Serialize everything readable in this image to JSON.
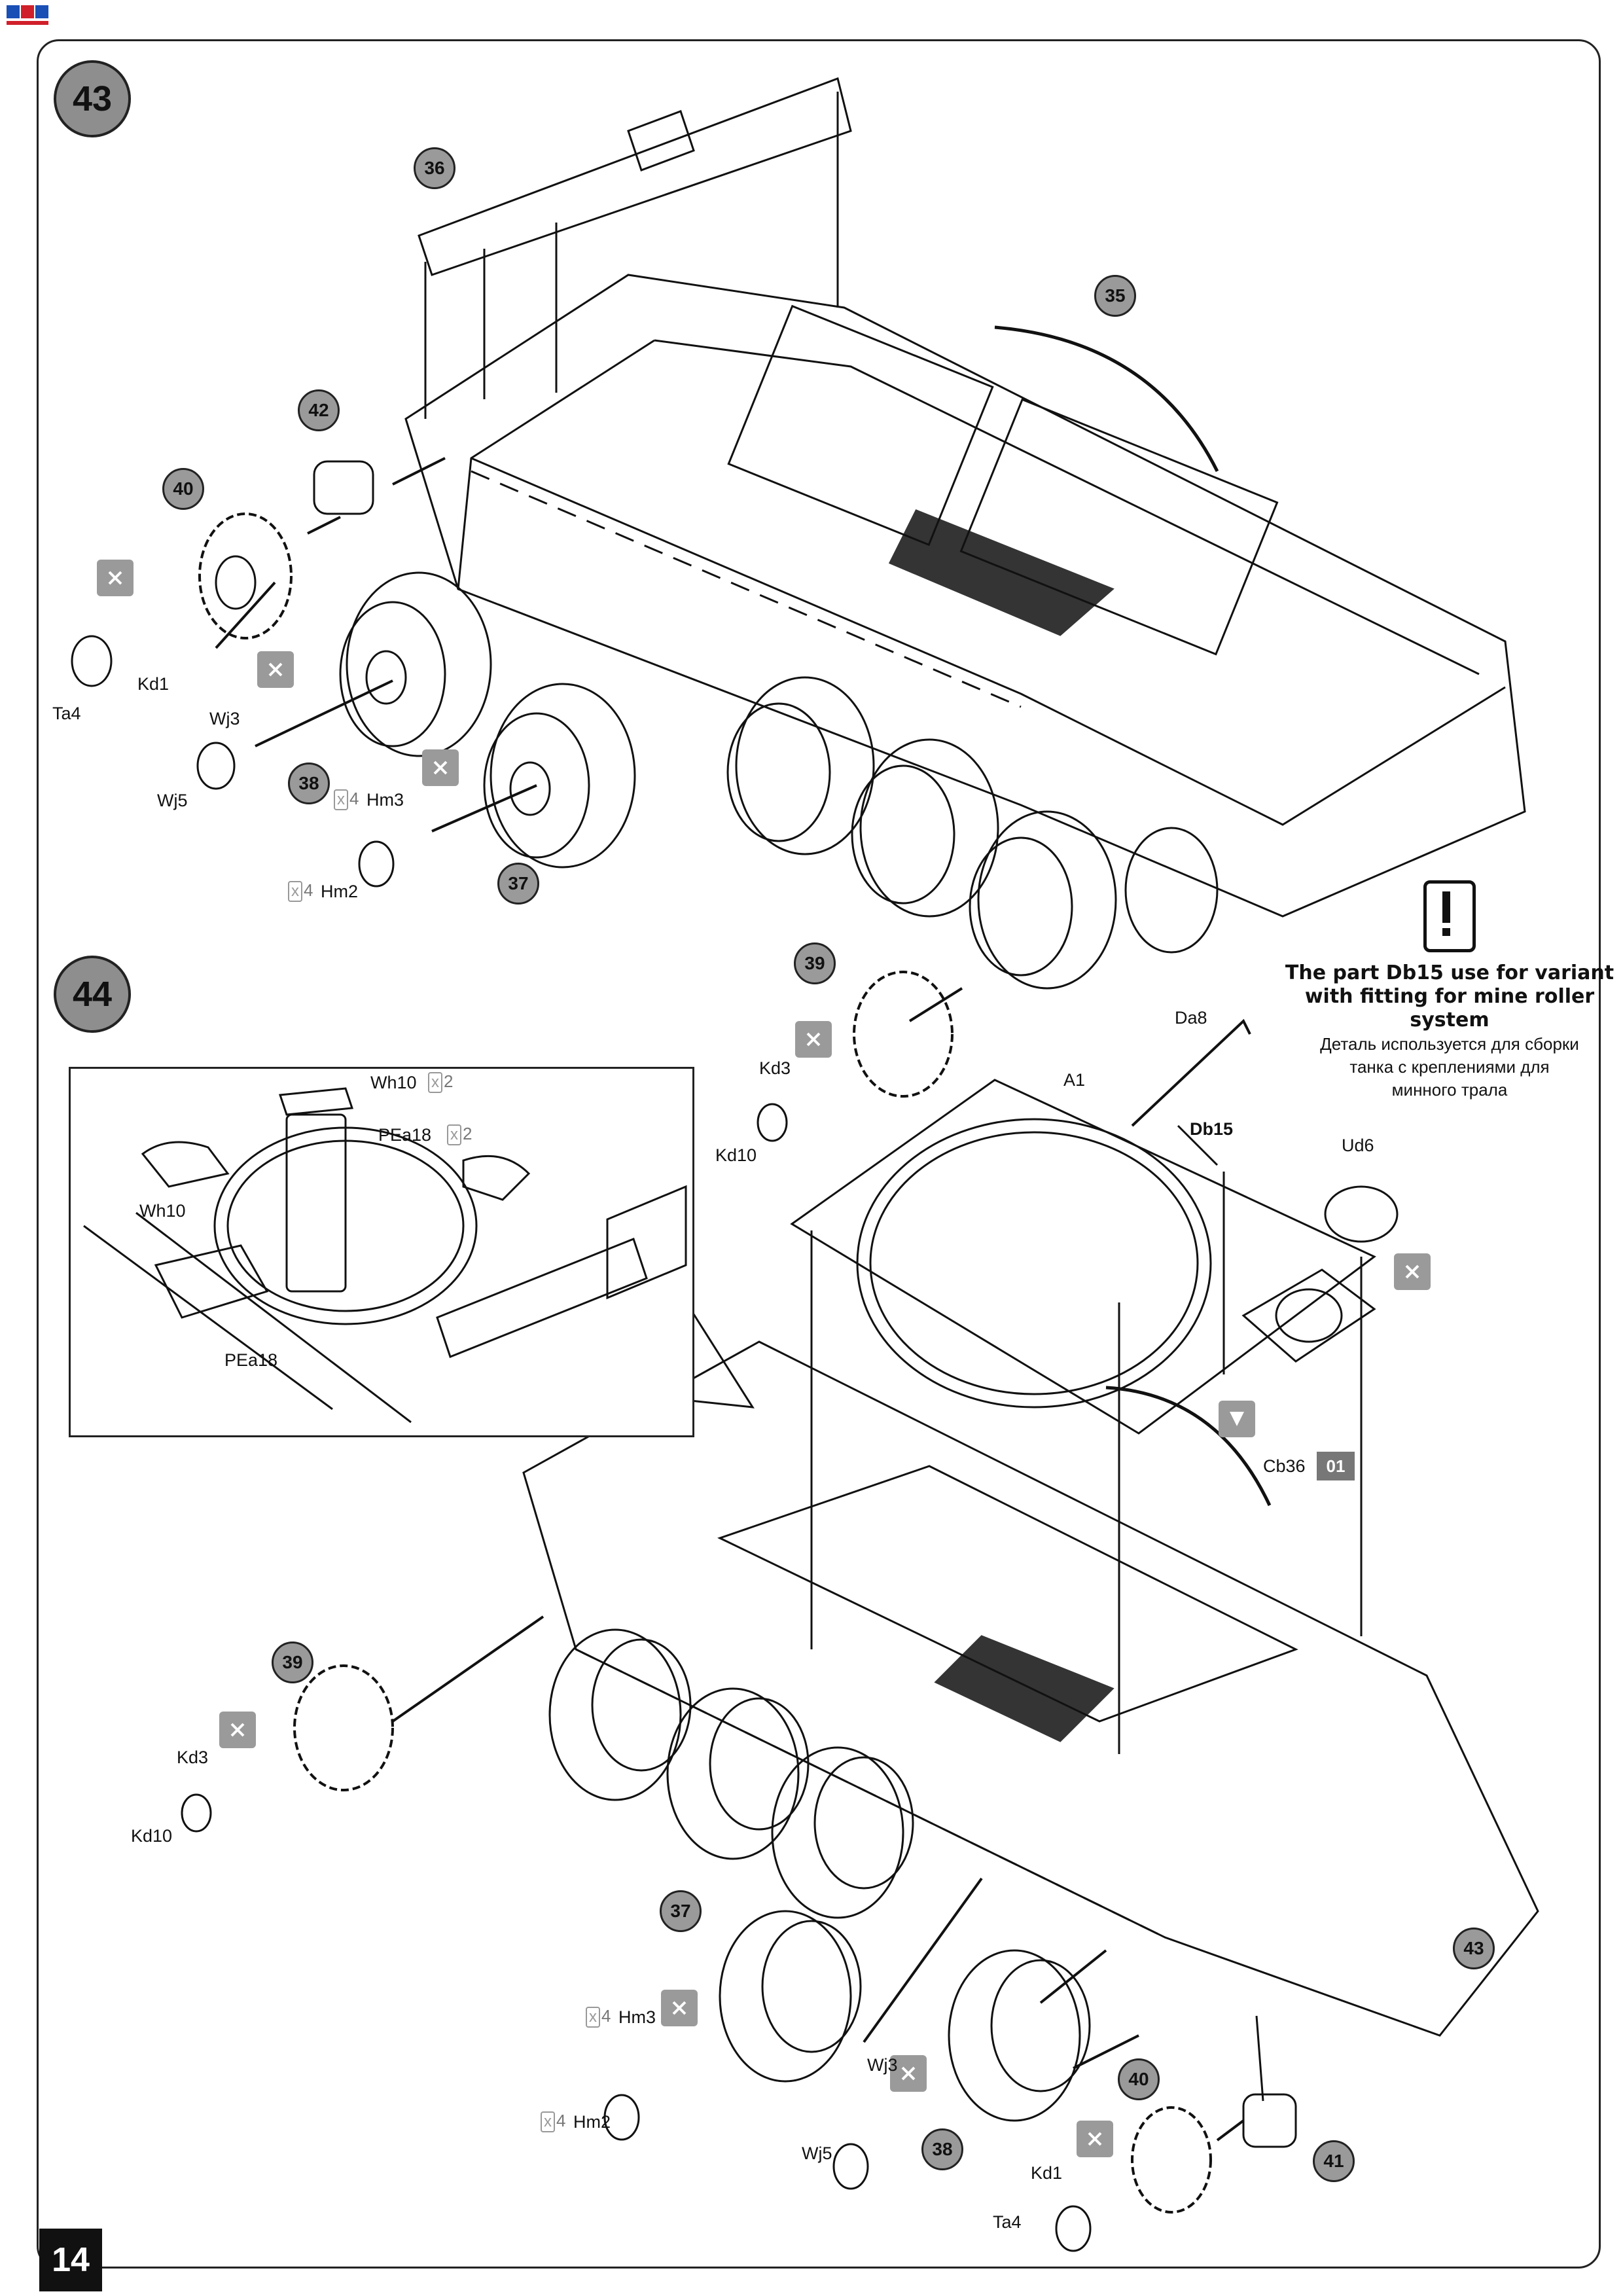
{
  "page": {
    "number": "14"
  },
  "steps": [
    {
      "number": "43"
    },
    {
      "number": "44"
    }
  ],
  "notice": {
    "icon": "exclamation-icon",
    "text_en": [
      "The part Db15 use for variant",
      "with fitting for mine roller system"
    ],
    "text_ru": [
      "Деталь используется  для сборки",
      "танка с  креплениями для",
      "минного трала"
    ]
  },
  "step43": {
    "callouts": [
      "36",
      "35",
      "42",
      "40",
      "38",
      "37"
    ],
    "labels": {
      "kd1": "Kd1",
      "ta4": "Ta4",
      "wj3": "Wj3",
      "wj5": "Wj5",
      "hm3": "Hm3",
      "hm2": "Hm2"
    },
    "quantities": {
      "hm3": "4",
      "hm2": "4"
    }
  },
  "inset": {
    "labels": {
      "wh10_top": "Wh10",
      "pea18_top": "PEa18",
      "wh10_left": "Wh10",
      "pea18_bottom": "PEa18"
    },
    "quantities": {
      "wh10": "2",
      "pea18": "2"
    }
  },
  "step44": {
    "callouts": [
      "39",
      "39",
      "37",
      "38",
      "40",
      "41",
      "43"
    ],
    "labels": {
      "kd3_top": "Kd3",
      "kd10_top": "Kd10",
      "a1": "A1",
      "da8": "Da8",
      "db15": "Db15",
      "ud6": "Ud6",
      "cb36": "Cb36",
      "kd3_left": "Kd3",
      "kd10_left": "Kd10",
      "hm3": "Hm3",
      "hm2": "Hm2",
      "wj3": "Wj3",
      "wj5": "Wj5",
      "kd1": "Kd1",
      "ta4": "Ta4"
    },
    "quantities": {
      "hm3": "4",
      "hm2": "4"
    },
    "code_badge": "01"
  },
  "colors": {
    "bubble": "#9a9a9a",
    "line": "#111111",
    "badge": "#777777"
  }
}
